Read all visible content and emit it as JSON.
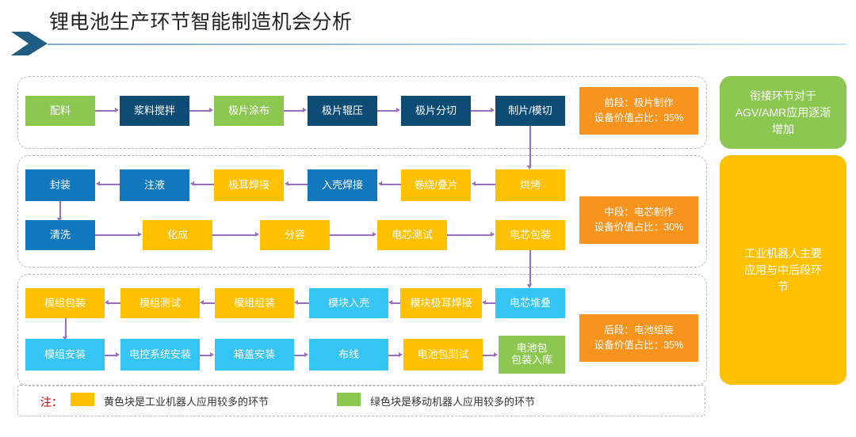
{
  "header": {
    "title": "锂电池生产环节智能制造机会分析",
    "chevron_icon": "chevron-right-icon"
  },
  "panels": [
    {
      "id": "front",
      "note": "前段：极片制作\n设备价值占比：35%",
      "rows": [
        [
          {
            "label": "配料",
            "color": "green"
          },
          {
            "label": "浆料搅拌",
            "color": "navy"
          },
          {
            "label": "极片涂布",
            "color": "green"
          },
          {
            "label": "极片辊压",
            "color": "navy"
          },
          {
            "label": "极片分切",
            "color": "navy"
          },
          {
            "label": "制片/模切",
            "color": "navy"
          }
        ]
      ]
    },
    {
      "id": "middle",
      "note": "中段：电芯制作\n设备价值占比：30%",
      "rows": [
        [
          {
            "label": "封装",
            "color": "blue"
          },
          {
            "label": "注液",
            "color": "blue"
          },
          {
            "label": "极耳焊接",
            "color": "amber"
          },
          {
            "label": "入壳焊接",
            "color": "blue"
          },
          {
            "label": "卷绕/叠片",
            "color": "amber"
          },
          {
            "label": "烘烤",
            "color": "amber"
          }
        ],
        [
          {
            "label": "清洗",
            "color": "blue"
          },
          {
            "label": "化成",
            "color": "amber"
          },
          {
            "label": "分容",
            "color": "amber"
          },
          {
            "label": "电芯测试",
            "color": "amber"
          },
          {
            "label": "电芯包装",
            "color": "amber"
          }
        ]
      ]
    },
    {
      "id": "back",
      "note": "后段：电池组装\n设备价值占比：35%",
      "rows": [
        [
          {
            "label": "模组包装",
            "color": "amber"
          },
          {
            "label": "模组测试",
            "color": "amber"
          },
          {
            "label": "模组组装",
            "color": "amber"
          },
          {
            "label": "模块入壳",
            "color": "cyan"
          },
          {
            "label": "模块极耳焊接",
            "color": "amber"
          },
          {
            "label": "电芯堆叠",
            "color": "cyan"
          }
        ],
        [
          {
            "label": "模组安装",
            "color": "cyan"
          },
          {
            "label": "电控系统安装",
            "color": "cyan"
          },
          {
            "label": "箱盖安装",
            "color": "cyan"
          },
          {
            "label": "布线",
            "color": "cyan"
          },
          {
            "label": "电池包测试",
            "color": "amber"
          },
          {
            "label": "电池包\n包装入库",
            "color": "green"
          }
        ]
      ]
    }
  ],
  "side": {
    "green_callout": "衔接环节对于\nAGV/AMR应用逐渐\n增加",
    "orange_callout": "工业机器人主要\n应用与中后段环\n节"
  },
  "legend": {
    "label": "注：",
    "items": [
      {
        "swatch": "amber",
        "text": "黄色块是工业机器人应用较多的环节"
      },
      {
        "swatch": "green",
        "text": "绿色块是移动机器人应用较多的环节"
      }
    ]
  },
  "colors": {
    "green": "#8CC751",
    "navy": "#0E4C76",
    "blue": "#1278BE",
    "amber": "#FFC000",
    "cyan": "#35C5F5",
    "note_orange": "#F7941E",
    "arrow": "#9B6DBF",
    "legend_label": "#C00000"
  }
}
